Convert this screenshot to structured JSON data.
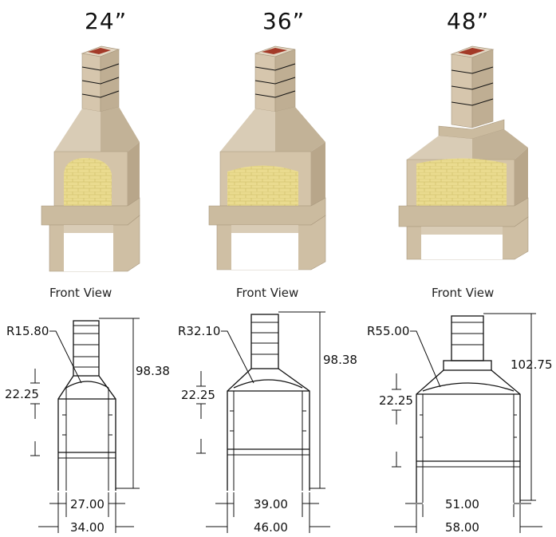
{
  "models": [
    {
      "size": "24”",
      "view_label": "Front View",
      "radius": "R15.80",
      "height": "98.38",
      "opening": "22.25",
      "inner_width": "27.00",
      "outer_width": "34.00"
    },
    {
      "size": "36”",
      "view_label": "Front View",
      "radius": "R32.10",
      "height": "98.38",
      "opening": "22.25",
      "inner_width": "39.00",
      "outer_width": "46.00"
    },
    {
      "size": "48”",
      "view_label": "Front View",
      "radius": "R55.00",
      "height": "102.75",
      "opening": "22.25",
      "inner_width": "51.00",
      "outer_width": "58.00"
    }
  ],
  "colors": {
    "stone_light": "#d9cbb5",
    "stone_mid": "#c9b89e",
    "stone_dark": "#b3a186",
    "firebox": "#e8d98a",
    "chimney_flue": "#9c3a2a"
  }
}
